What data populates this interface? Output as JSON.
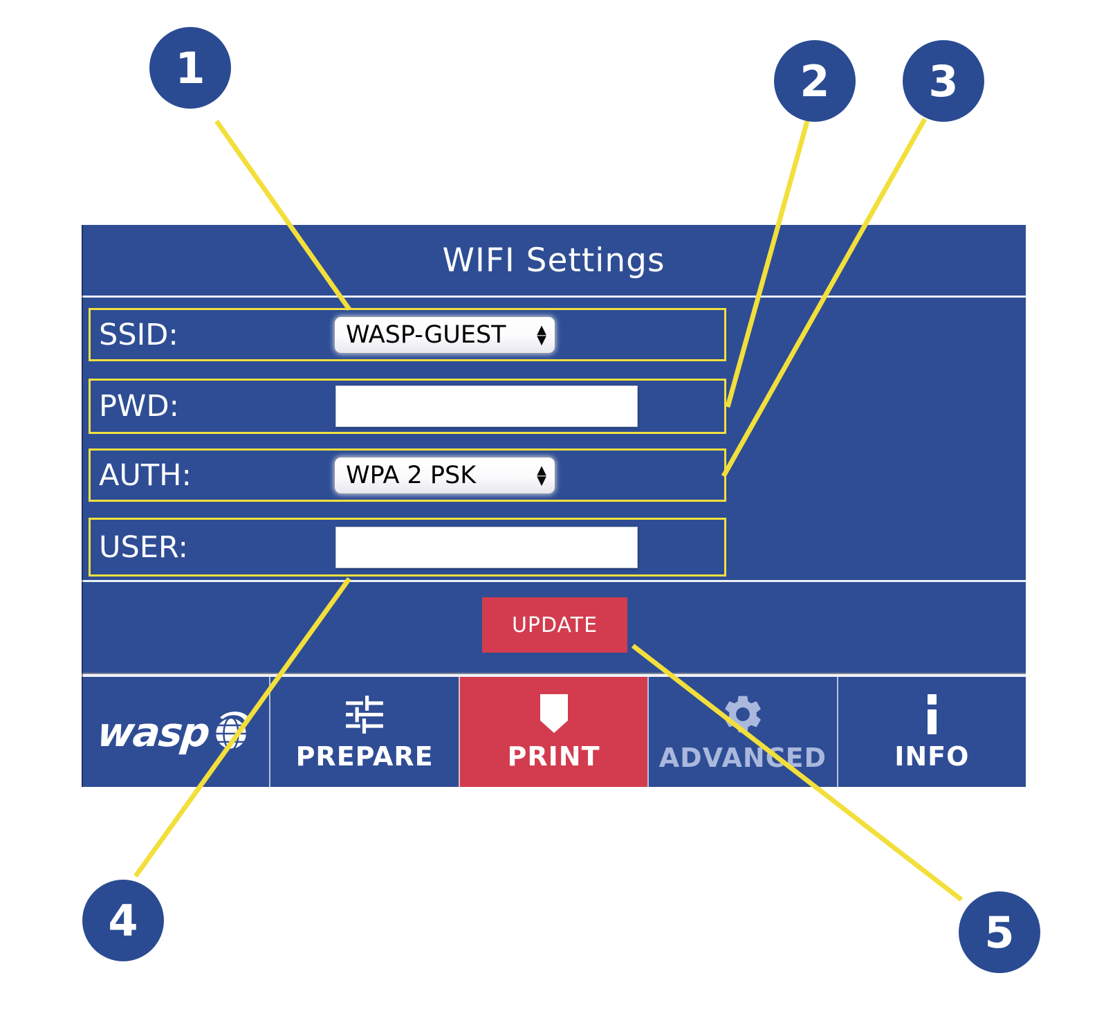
{
  "colors": {
    "panel_blue": "#2e4d94",
    "accent_red": "#d23c4e",
    "highlight_yellow": "#f2e03e",
    "callout_navy": "#2a4b92",
    "muted_periwinkle": "#a9b8dc"
  },
  "callouts": [
    {
      "number": "1"
    },
    {
      "number": "2"
    },
    {
      "number": "3"
    },
    {
      "number": "4"
    },
    {
      "number": "5"
    }
  ],
  "panel": {
    "title": "WIFI Settings",
    "rows": [
      {
        "label": "SSID:",
        "control": "select",
        "value": "WASP-GUEST"
      },
      {
        "label": "PWD:",
        "control": "input",
        "value": ""
      },
      {
        "label": "AUTH:",
        "control": "select",
        "value": "WPA 2 PSK"
      },
      {
        "label": "USER:",
        "control": "input",
        "value": ""
      }
    ],
    "update_label": "UPDATE"
  },
  "nav": {
    "brand": "wasp",
    "items": [
      {
        "label": "PREPARE",
        "icon": "sliders-icon",
        "active": false
      },
      {
        "label": "PRINT",
        "icon": "print-head-icon",
        "active": true
      },
      {
        "label": "ADVANCED",
        "icon": "gear-icon",
        "active": false
      },
      {
        "label": "INFO",
        "icon": "info-icon",
        "active": false
      }
    ]
  }
}
